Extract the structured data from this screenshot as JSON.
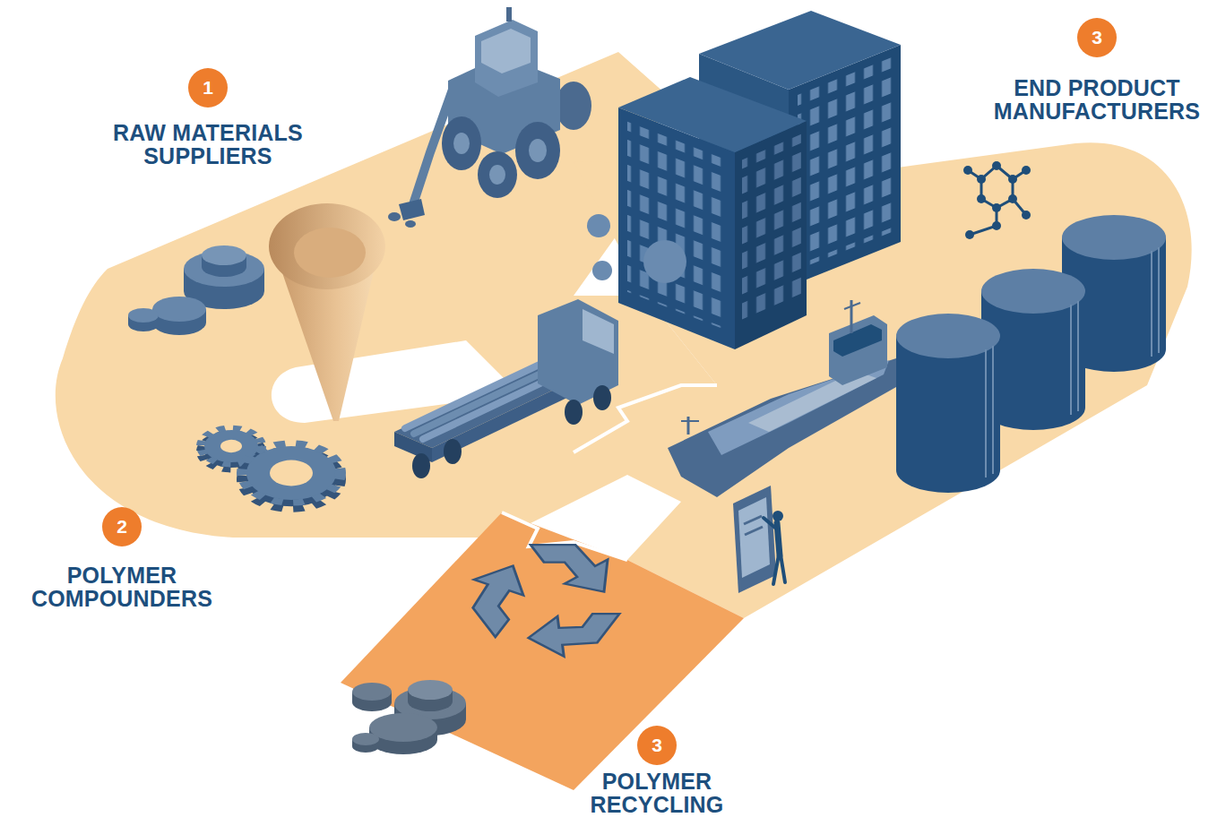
{
  "diagram": {
    "nodes": [
      {
        "text": [
          "1",
          "RAW MATERIALS SUPPLIERS"
        ]
      },
      {
        "text": [
          "2",
          "POLYMER COMPOUNDERS"
        ]
      },
      {
        "text": [
          "3",
          "END PRODUCT MANUFACTURERS"
        ]
      },
      {
        "text": [
          "3",
          "POLYMER RECYCLING"
        ]
      }
    ]
  }
}
